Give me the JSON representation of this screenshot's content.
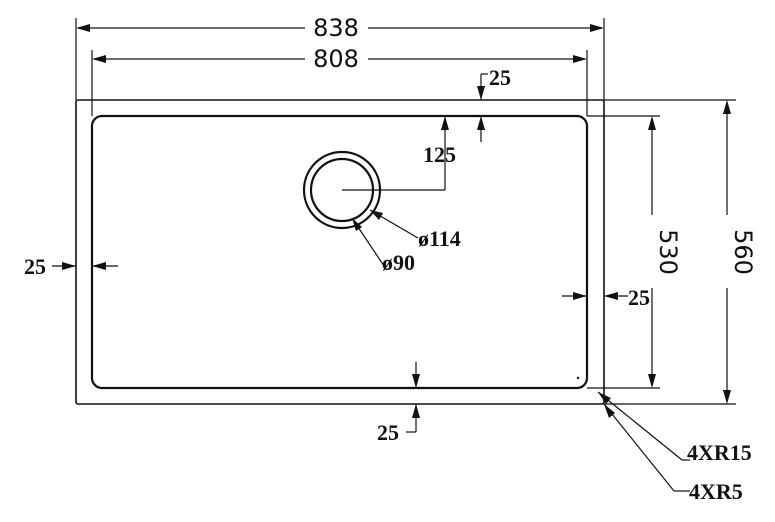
{
  "dimensions": {
    "overall_width": "838",
    "bowl_width": "808",
    "top_offset": "25",
    "drain_offset": "125",
    "drain_outer_dia": "ø114",
    "drain_inner_dia": "ø90",
    "left_offset": "25",
    "right_offset": "25",
    "bottom_offset": "25",
    "bowl_depth": "530",
    "overall_depth": "560",
    "outer_radius": "4XR15",
    "inner_radius": "4XR5"
  }
}
